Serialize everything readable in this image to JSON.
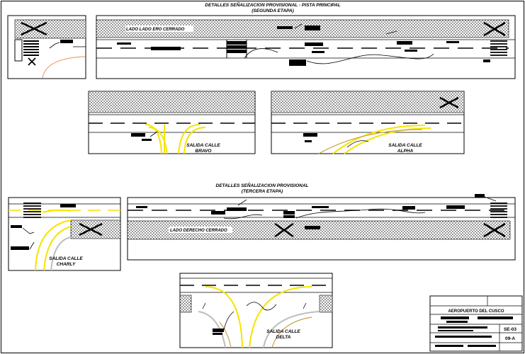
{
  "section1": {
    "title_line1": "DETALLES SEÑALIZACION PROVISIONAL - PISTA PRINCIPAL",
    "title_line2": "(SEGUNDA ETAPA)",
    "runway_side_label": "LADO LADO ERO CERRADO"
  },
  "section2": {
    "title_line1": "DETALLES SEÑALIZACION PROVISIONAL",
    "title_line2": "(TERCERA ETAPA)",
    "runway_side_label": "LADO DERECHO CERRADO"
  },
  "details": {
    "bravo": {
      "line1": "SALIDA CALLE",
      "line2": "BRAVO"
    },
    "alpha": {
      "line1": "SALIDA CALLE",
      "line2": "ALPHA"
    },
    "charly": {
      "line1": "SALIDA CALLE",
      "line2": "CHARLY"
    },
    "delta": {
      "line1": "SALIDA CALLE",
      "line2": "DELTA"
    }
  },
  "title_block": {
    "project": "AEROPUERTO DEL CUSCO",
    "sheet_code": "SE-03",
    "sheet_number": "09-A"
  },
  "colors": {
    "line": "#000000",
    "taxiway_yellow": "#f5e400",
    "taxiway_tan": "#c9a24a",
    "taxiway_salmon": "#f4a37a",
    "taxiway_gray": "#bdbdbd"
  }
}
